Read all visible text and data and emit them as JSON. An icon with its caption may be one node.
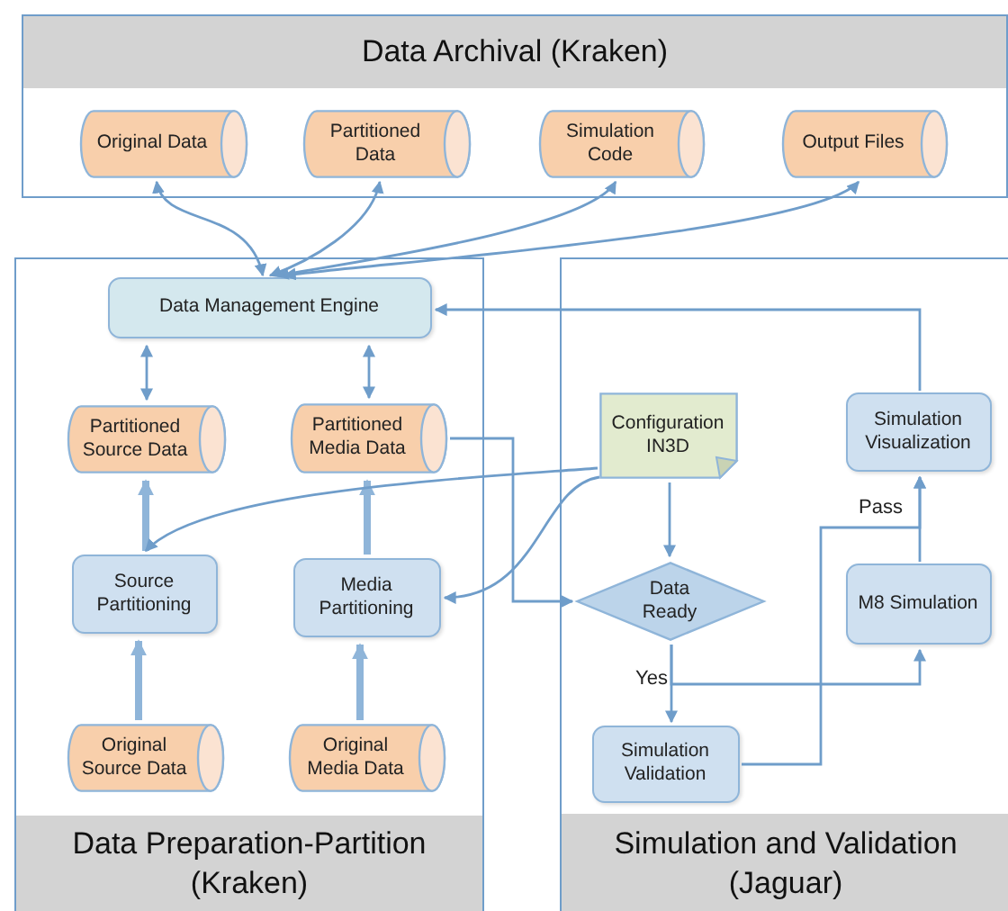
{
  "diagram": {
    "nodes": [
      {
        "text": [
          "Data Archival (Kraken)"
        ]
      },
      {
        "text": [
          "Original Data"
        ],
        "in": 0
      },
      {
        "text": [
          "Partitioned Data"
        ],
        "in": 0
      },
      {
        "text": [
          "Simulation Code"
        ],
        "in": 0
      },
      {
        "text": [
          "Output Files"
        ],
        "in": 0
      },
      {
        "text": [
          "Data Preparation-Partition (Kraken)"
        ]
      },
      {
        "text": [
          "Data Management Engine"
        ],
        "in": 5
      },
      {
        "text": [
          "Partitioned Source Data"
        ],
        "in": 5
      },
      {
        "text": [
          "Partitioned Media Data"
        ],
        "in": 5
      },
      {
        "text": [
          "Source Partitioning"
        ],
        "in": 5
      },
      {
        "text": [
          "Media Partitioning"
        ],
        "in": 5
      },
      {
        "text": [
          "Original Source Data"
        ],
        "in": 5
      },
      {
        "text": [
          "Original Media Data"
        ],
        "in": 5
      },
      {
        "text": [
          "Simulation and Validation (Jaguar)"
        ]
      },
      {
        "text": [
          "Configuration IN3D"
        ],
        "in": 13
      },
      {
        "text": [
          "Data Ready"
        ],
        "in": 13
      },
      {
        "text": [
          "Simulation Validation"
        ],
        "in": 13
      },
      {
        "text": [
          "M8 Simulation"
        ],
        "in": 13
      },
      {
        "text": [
          "Simulation Visualization"
        ],
        "in": 13
      }
    ],
    "edges": [
      {
        "from": 1,
        "to": 6,
        "arrow": "both"
      },
      {
        "from": 2,
        "to": 6,
        "arrow": "both"
      },
      {
        "from": 3,
        "to": 6,
        "arrow": "both"
      },
      {
        "from": 4,
        "to": 6,
        "arrow": "both"
      },
      {
        "from": 6,
        "to": 7,
        "arrow": "both"
      },
      {
        "from": 6,
        "to": 8,
        "arrow": "both"
      },
      {
        "from": 9,
        "to": 7,
        "arrow": "to",
        "style": "thick"
      },
      {
        "from": 10,
        "to": 8,
        "arrow": "to",
        "style": "thick"
      },
      {
        "from": 11,
        "to": 9,
        "arrow": "to",
        "style": "thick"
      },
      {
        "from": 12,
        "to": 10,
        "arrow": "to",
        "style": "thick"
      },
      {
        "from": 14,
        "to": 9,
        "arrow": "to"
      },
      {
        "from": 14,
        "to": 10,
        "arrow": "to"
      },
      {
        "from": 8,
        "to": 15,
        "arrow": "to"
      },
      {
        "from": 14,
        "to": 15,
        "arrow": "to"
      },
      {
        "from": 15,
        "to": 16,
        "arrow": "to",
        "label": "Yes"
      },
      {
        "from": 15,
        "to": 17,
        "arrow": "to"
      },
      {
        "from": 16,
        "to": 18,
        "arrow": "to",
        "label": "Pass"
      },
      {
        "from": 17,
        "to": 18,
        "arrow": "to"
      },
      {
        "from": 18,
        "to": 6,
        "arrow": "to"
      }
    ]
  }
}
